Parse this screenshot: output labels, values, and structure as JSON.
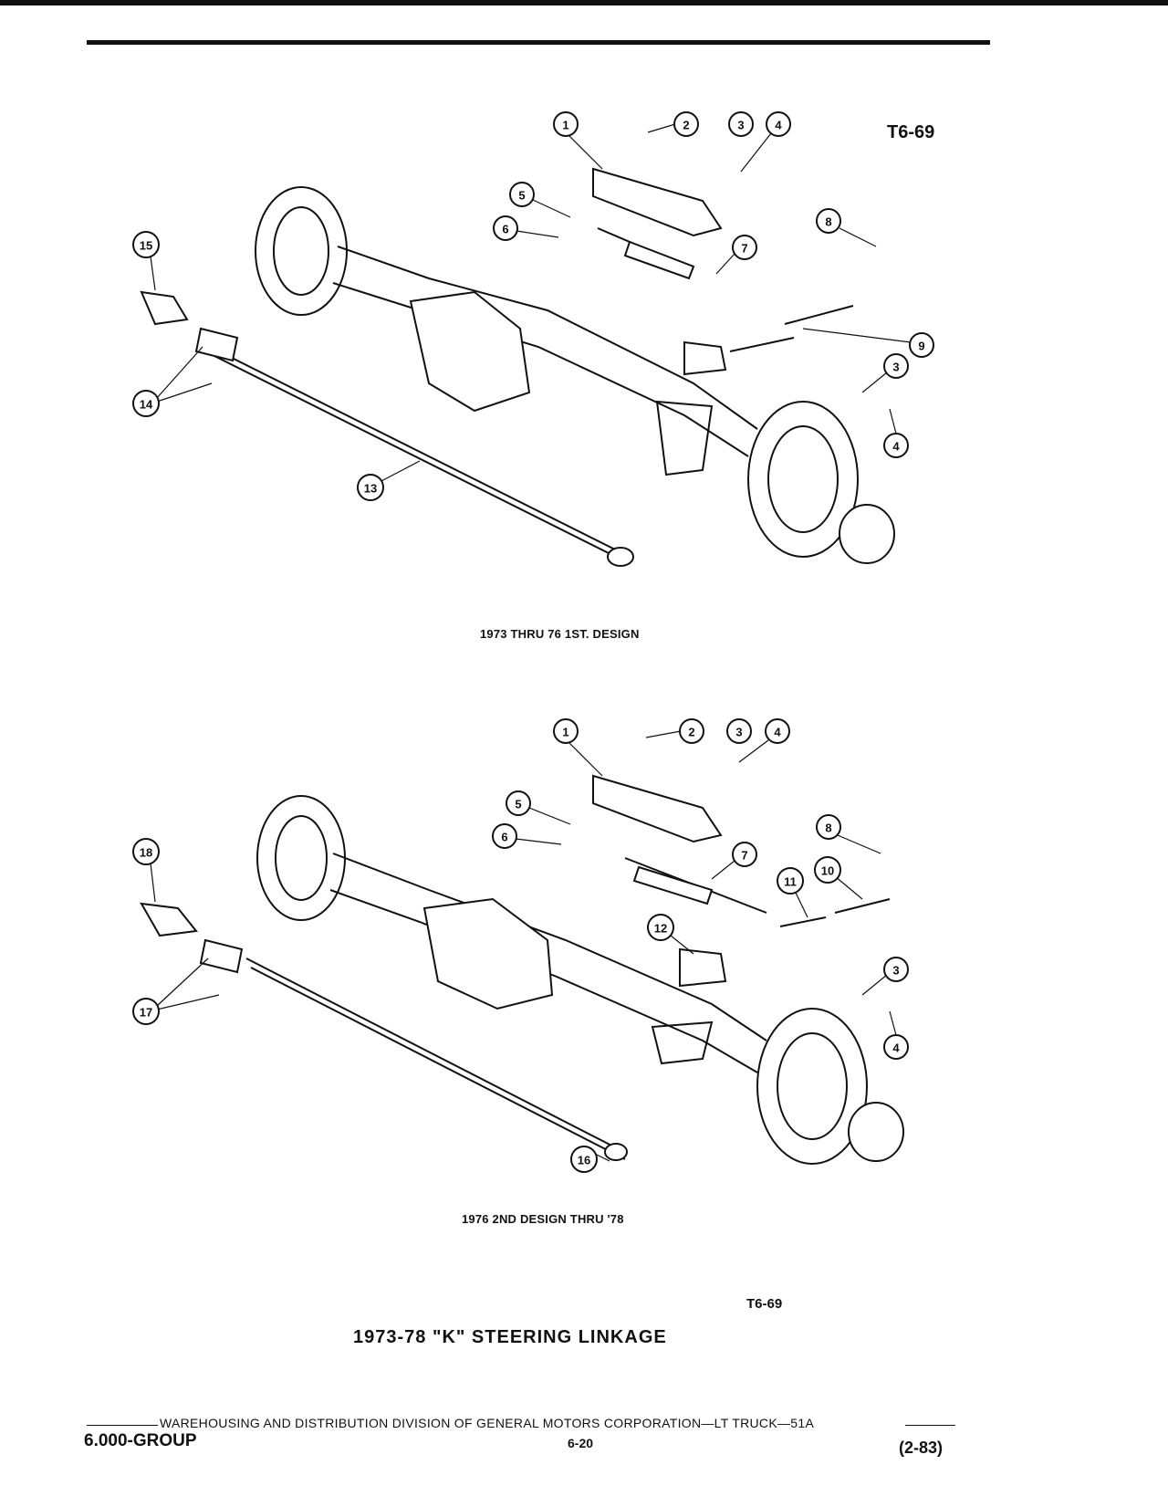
{
  "header": {
    "figure_code_top": "T6-69"
  },
  "diagrams": [
    {
      "caption": "1973 THRU 76 1ST. DESIGN",
      "callouts": [
        "1",
        "2",
        "3",
        "4",
        "5",
        "6",
        "7",
        "8",
        "9",
        "3",
        "4",
        "13",
        "14",
        "15"
      ]
    },
    {
      "caption": "1976 2ND DESIGN THRU '78",
      "callouts": [
        "1",
        "2",
        "3",
        "4",
        "5",
        "6",
        "7",
        "8",
        "10",
        "11",
        "12",
        "3",
        "4",
        "16",
        "17",
        "18"
      ]
    }
  ],
  "figure_code_bottom": "T6-69",
  "title": "1973-78 \"K\" STEERING LINKAGE",
  "footer": {
    "line": "WAREHOUSING AND DISTRIBUTION  DIVISION OF GENERAL MOTORS CORPORATION—LT TRUCK—51A",
    "group": "6.000-GROUP",
    "page": "6-20",
    "date": "(2-83)"
  }
}
